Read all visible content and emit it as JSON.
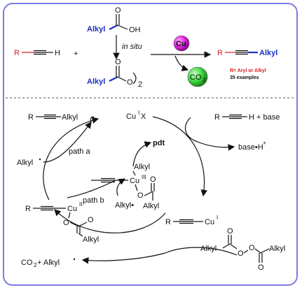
{
  "top": {
    "acid_alkyl": "Alkyl",
    "acid_oh": "OH",
    "acid_o": "O",
    "in_situ": "in situ",
    "anhydride_alkyl": "Alkyl",
    "anhydride_o1": "O",
    "anhydride_o2": "O",
    "anhydride_sub": "2",
    "alkyne_r": "R",
    "alkyne_h": "H",
    "plus": "+",
    "cu": "Cu",
    "co2": "CO",
    "co2_sub": "2",
    "prod_r": "R",
    "prod_alkyl": "Alkyl",
    "note_r": "R",
    "note_rest": " = Aryl or Alkyl",
    "note_examples": "35 examples"
  },
  "cycle": {
    "prod_r": "R",
    "prod_alkyl": "Alkyl",
    "cux": "Cu",
    "cux_sup": "I",
    "cux_x": "X",
    "reagent_r": "R",
    "reagent_h": "H + base",
    "base_h": "base•H",
    "base_h_sup": "+",
    "alkyl_rad_left": "Alkyl",
    "path_a": "path a",
    "pdt": "pdt",
    "cu3_alkyl": "Alkyl",
    "cu3": "Cu",
    "cu3_sup": "III",
    "cu3_o1": "O",
    "cu3_o2": "O",
    "cu3_alkyl2": "Alkyl",
    "path_b": "path b",
    "cu2_r": "R",
    "cu2": "Cu",
    "cu2_sup": "II",
    "cu2_o1": "O",
    "cu2_o2": "O",
    "cu2_alkyl": "Alkyl",
    "alkyl_rad_mid": "Alkyl•",
    "cu1_r": "R",
    "cu1": "Cu",
    "cu1_sup": "I",
    "co2_text": "CO",
    "co2_sub": "2",
    "co2_rest": " +  Alkyl",
    "peroxide_alkyl1": "Alkyl",
    "peroxide_o1": "O",
    "peroxide_o2": "O",
    "peroxide_oo1": "O",
    "peroxide_oo2": "O",
    "peroxide_alkyl2": "Alkyl"
  },
  "colors": {
    "frame": "#7c7ce0",
    "red": "#d21f1f",
    "blue": "#1d2fbf",
    "cu_ball": "#e020e0",
    "co2_ball": "#3ed43e"
  }
}
